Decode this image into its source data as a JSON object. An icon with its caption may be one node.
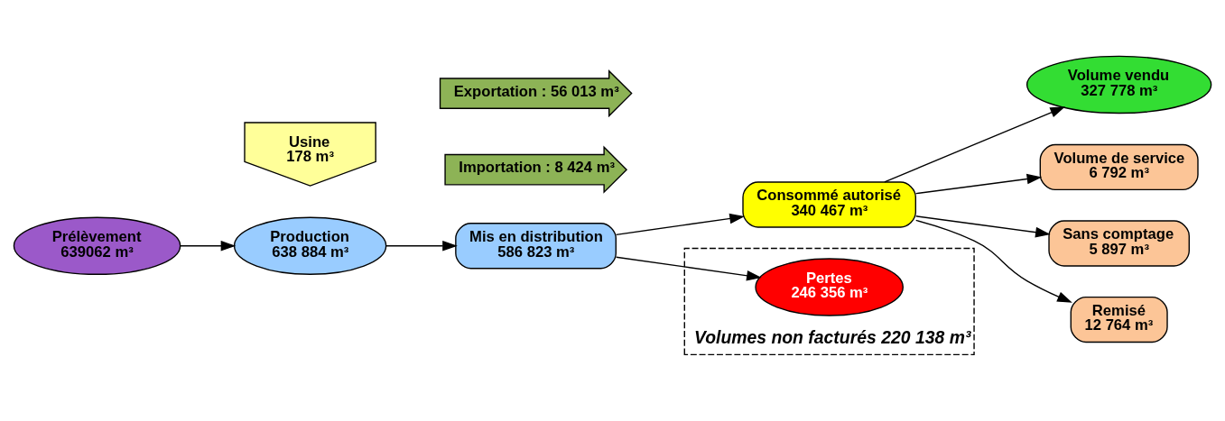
{
  "diagram": {
    "nodes": [
      {
        "text": [
          "Prélèvement",
          "639062 m³"
        ]
      },
      {
        "text": [
          "Production",
          "638 884 m³"
        ]
      },
      {
        "text": [
          "Mis en distribution",
          "586 823 m³"
        ]
      },
      {
        "text": [
          "Consommé autorisé",
          "340 467 m³"
        ]
      },
      {
        "text": [
          "Volume vendu",
          "327 778 m³"
        ]
      },
      {
        "text": [
          "Usine",
          "178 m³"
        ]
      },
      {
        "text": [
          "Importation : 8 424 m³"
        ]
      },
      {
        "text": [
          "Exportation : 56 013 m³"
        ]
      },
      {
        "text": [
          "Volumes non facturés 220 138 m³"
        ]
      },
      {
        "text": [
          "Pertes",
          "246 356 m³"
        ],
        "in": 8
      },
      {
        "text": [
          "Volume de service",
          "6 792 m³"
        ]
      },
      {
        "text": [
          "Sans comptage",
          "5 897 m³"
        ]
      },
      {
        "text": [
          "Remisé",
          "12 764 m³"
        ]
      }
    ],
    "edges": [
      {
        "from": 0,
        "to": 1,
        "arrow": "to"
      },
      {
        "from": 1,
        "to": 2,
        "arrow": "to"
      },
      {
        "from": 2,
        "to": 3,
        "arrow": "to"
      },
      {
        "from": 3,
        "to": 4,
        "arrow": "to"
      },
      {
        "from": 2,
        "to": 9,
        "arrow": "to"
      },
      {
        "from": 3,
        "to": 10,
        "arrow": "to"
      },
      {
        "from": 3,
        "to": 11,
        "arrow": "to"
      },
      {
        "from": 3,
        "to": 12,
        "arrow": "to"
      }
    ]
  }
}
